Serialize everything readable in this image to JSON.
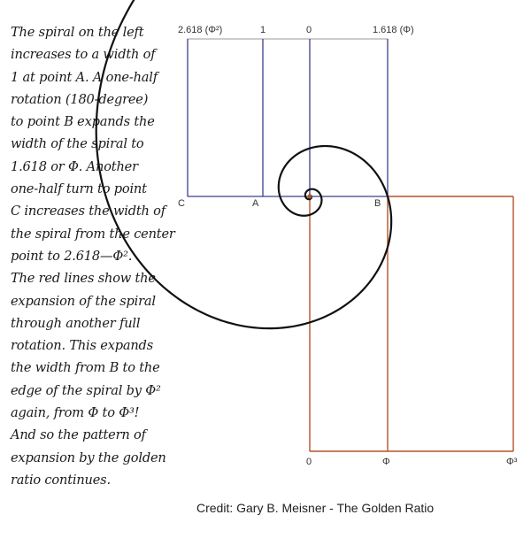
{
  "description_text": [
    "The spiral on the left",
    "increases to a width of",
    "1 at point A. A one-half",
    "rotation (180-degree)",
    "to point B expands the",
    "width of the spiral to",
    "1.618 or Φ. Another",
    "one-half turn to point",
    "C increases the width of",
    "the spiral from the center",
    "point to 2.618—Φ².",
    "The red lines show the",
    "expansion of the spiral",
    "through another full",
    "rotation. This expands",
    "the width from B to the",
    "edge of  the spiral by Φ²",
    "again, from Φ to Φ³!",
    "And so the pattern of",
    "expansion by the golden",
    "ratio continues."
  ],
  "diagram": {
    "top_labels": {
      "phi_squared": "2.618 (Φ²)",
      "one": "1",
      "zero": "0",
      "phi": "1.618 (Φ)"
    },
    "point_labels": {
      "c": "C",
      "a": "A",
      "b": "B"
    },
    "bottom_labels": {
      "zero": "0",
      "phi": "Φ",
      "phi_cubed": "Φ³"
    },
    "colors": {
      "spiral": "#111111",
      "blue_lines": "#3b3f8f",
      "red_lines": "#b5522a",
      "grey_lines": "#9a9a9a"
    }
  },
  "credit": "Credit: Gary B. Meisner - The Golden Ratio"
}
